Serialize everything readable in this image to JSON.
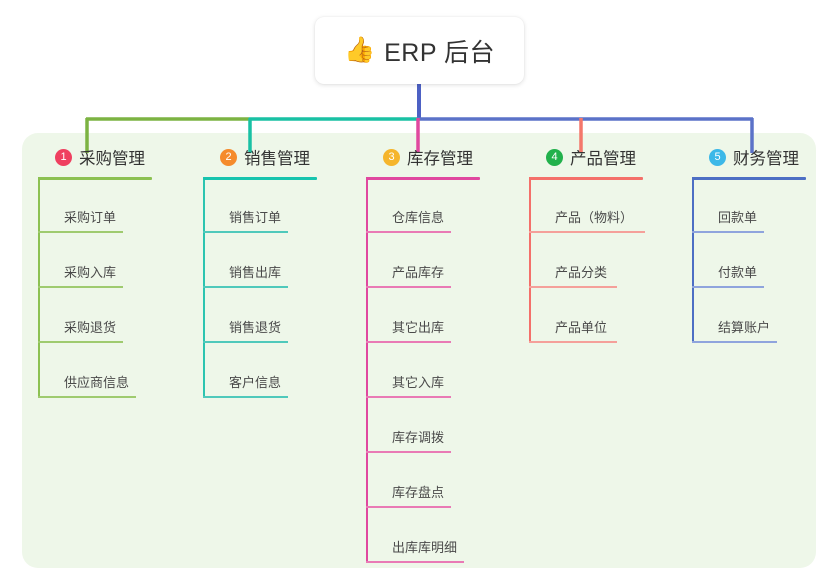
{
  "root": {
    "icon": "thumbs-up-icon",
    "icon_glyph": "👍",
    "title": "ERP 后台"
  },
  "panel": {
    "background": "#eef7e9"
  },
  "colors": {
    "root_line": "#4d61c4",
    "green": "#7cb342",
    "teal": "#19c1a4",
    "magenta": "#e0489f",
    "salmon": "#f4776b",
    "blue": "#5b72c8"
  },
  "columns": [
    {
      "number": "1",
      "title": "采购管理",
      "badge_color": "#ef4060",
      "rule_color": "#8cc152",
      "line_color": "#8cc152",
      "head_rule_width": 114,
      "leaf_rule_color": "#9fcb6f",
      "items": [
        {
          "label": "采购订单",
          "rule_width": 85
        },
        {
          "label": "采购入库",
          "rule_width": 85
        },
        {
          "label": "采购退货",
          "rule_width": 85
        },
        {
          "label": "供应商信息",
          "rule_width": 98
        }
      ]
    },
    {
      "number": "2",
      "title": "销售管理",
      "badge_color": "#f58b2c",
      "rule_color": "#17c4ae",
      "line_color": "#2cc4b0",
      "head_rule_width": 114,
      "leaf_rule_color": "#4fc9bb",
      "items": [
        {
          "label": "销售订单",
          "rule_width": 85
        },
        {
          "label": "销售出库",
          "rule_width": 85
        },
        {
          "label": "销售退货",
          "rule_width": 85
        },
        {
          "label": "客户信息",
          "rule_width": 85
        }
      ]
    },
    {
      "number": "3",
      "title": "库存管理",
      "badge_color": "#f5b52c",
      "rule_color": "#e0489f",
      "line_color": "#e0489f",
      "head_rule_width": 114,
      "leaf_rule_color": "#e97ab5",
      "items": [
        {
          "label": "仓库信息",
          "rule_width": 85
        },
        {
          "label": "产品库存",
          "rule_width": 85
        },
        {
          "label": "其它出库",
          "rule_width": 85
        },
        {
          "label": "其它入库",
          "rule_width": 85
        },
        {
          "label": "库存调拨",
          "rule_width": 85
        },
        {
          "label": "库存盘点",
          "rule_width": 85
        },
        {
          "label": "出库库明细",
          "rule_width": 98
        }
      ]
    },
    {
      "number": "4",
      "title": "产品管理",
      "badge_color": "#22b14c",
      "rule_color": "#f4706a",
      "line_color": "#f4706a",
      "head_rule_width": 114,
      "leaf_rule_color": "#f5a09a",
      "items": [
        {
          "label": "产品（物料）",
          "rule_width": 116
        },
        {
          "label": "产品分类",
          "rule_width": 88
        },
        {
          "label": "产品单位",
          "rule_width": 88
        }
      ]
    },
    {
      "number": "5",
      "title": "财务管理",
      "badge_color": "#3cb8e8",
      "rule_color": "#4d6fc4",
      "line_color": "#4d6fc4",
      "head_rule_width": 114,
      "leaf_rule_color": "#8fa4dd",
      "items": [
        {
          "label": "回款单",
          "rule_width": 72
        },
        {
          "label": "付款单",
          "rule_width": 72
        },
        {
          "label": "结算账户",
          "rule_width": 85
        }
      ]
    }
  ]
}
